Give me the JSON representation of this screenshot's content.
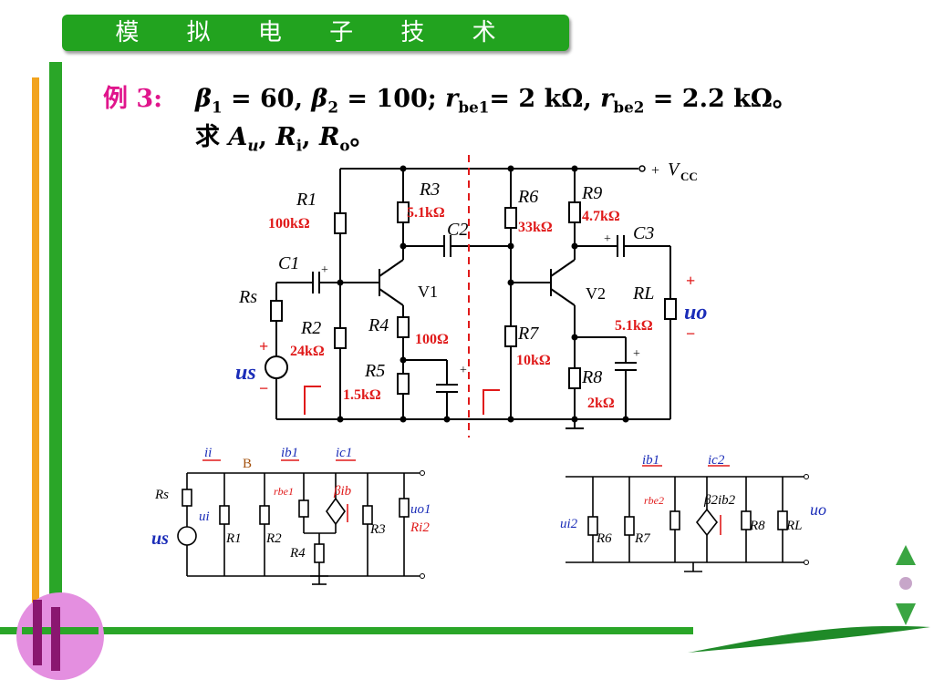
{
  "header": {
    "title": "模 拟 电 子 技 术"
  },
  "problem": {
    "label": "例 3:",
    "beta1": "β1 = 60",
    "beta1_sym": "β",
    "beta1_sub": "1",
    "beta1_val": " = 60, ",
    "beta2_sym": "β",
    "beta2_sub": "2",
    "beta2_val": " = 100; ",
    "rbe1_sym": "r",
    "rbe1_sub": "be1",
    "rbe1_val": "= 2 kΩ, ",
    "rbe2_sym": "r",
    "rbe2_sub": "be2",
    "rbe2_val": " = 2.2 kΩ。",
    "ask": "求 ",
    "au_sym": "A",
    "au_sub": "u",
    "sep1": ", ",
    "ri_sym": "R",
    "ri_sub": "i",
    "sep2": ", ",
    "ro_sym": "R",
    "ro_sub": "o",
    "end": "。"
  },
  "circuit": {
    "vcc": "V",
    "vcc_sub": "CC",
    "plus": "+",
    "minus": "−",
    "r1": "R1",
    "r1_val": "100kΩ",
    "r2": "R2",
    "r2_val": "24kΩ",
    "r3": "R3",
    "r3_val": "5.1kΩ",
    "r4": "R4",
    "r4_val": "100Ω",
    "r5": "R5",
    "r5_val": "1.5kΩ",
    "r6": "R6",
    "r6_val": "33kΩ",
    "r7": "R7",
    "r7_val": "10kΩ",
    "r8": "R8",
    "r8_val": "2kΩ",
    "r9": "R9",
    "r9_val": "4.7kΩ",
    "rl": "RL",
    "rl_val": "5.1kΩ",
    "rs": "Rs",
    "c1": "C1",
    "c2": "C2",
    "c3": "C3",
    "v1": "V1",
    "v2": "V2",
    "us": "us",
    "uo": "uo"
  },
  "equiv1": {
    "ii": "ii",
    "b": "B",
    "ib1": "ib1",
    "ic1": "ic1",
    "rs": "Rs",
    "ui": "ui",
    "r1": "R1",
    "r2": "R2",
    "rbe1": "rbe1",
    "beta_ib": "βib",
    "r3": "R3",
    "r4": "R4",
    "uo1": "uo1",
    "ri2": "Ri2",
    "us": "us"
  },
  "equiv2": {
    "ib1": "ib1",
    "ic2": "ic2",
    "ui2": "ui2",
    "r6": "R6",
    "r7": "R7",
    "rbe2": "rbe2",
    "beta2_ib2": "β2ib2",
    "r8": "R8",
    "rl": "RL",
    "uo": "uo"
  },
  "colors": {
    "title_green": "#22a31f",
    "accent_magenta": "#e0158c",
    "value_red": "#e01a1a",
    "current_blue": "#1b2db8",
    "orange": "#f2a41f",
    "logo_pink": "#e48fe0",
    "nav_green": "#3aa542"
  },
  "icons": {
    "nav_up": "triangle-up-icon",
    "nav_dot": "dot-icon",
    "nav_down": "triangle-down-icon",
    "logo": "capacitor-logo-icon",
    "leaf": "leaf-swoosh-icon"
  }
}
